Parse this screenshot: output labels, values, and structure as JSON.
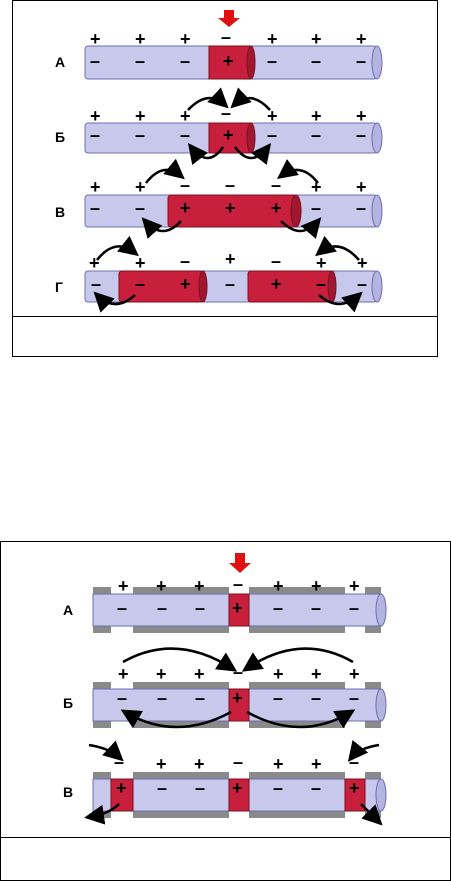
{
  "figure1": {
    "caption": "",
    "rows": [
      {
        "label": "А"
      },
      {
        "label": "Б"
      },
      {
        "label": "В"
      },
      {
        "label": "Г"
      }
    ]
  },
  "figure2": {
    "caption": "",
    "rows": [
      {
        "label": "А"
      },
      {
        "label": "Б"
      },
      {
        "label": "В"
      }
    ]
  },
  "symbols": {
    "plus": "+",
    "minus": "–"
  },
  "colors": {
    "axon": "#c8c8ec",
    "axon_edge": "#6e6eb0",
    "depolarized": "#c8203c",
    "myelin": "#8a8a8a",
    "stimulus_arrow": "#e01010"
  }
}
